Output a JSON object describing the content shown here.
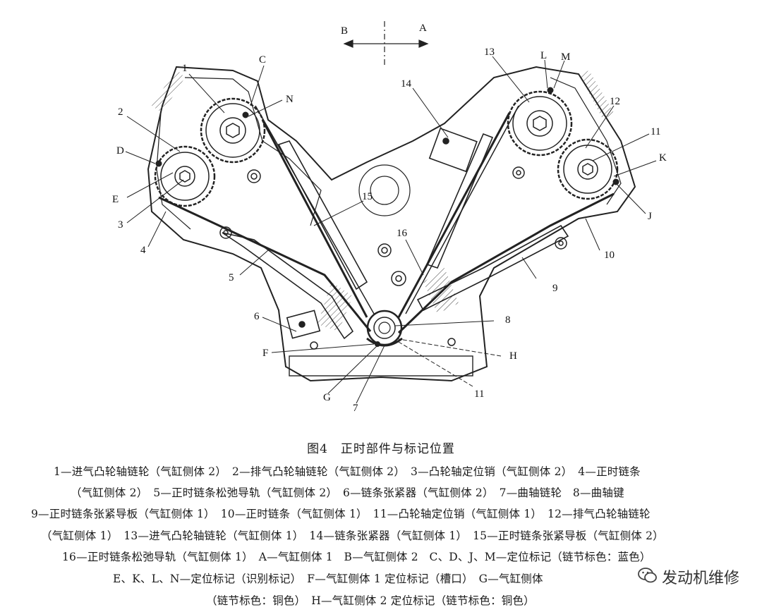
{
  "diagram": {
    "direction_left": "B",
    "direction_right": "A",
    "callouts": {
      "c1": "1",
      "c2": "2",
      "c3": "3",
      "c4": "4",
      "c5": "5",
      "c6": "6",
      "c7": "7",
      "c8": "8",
      "c9": "9",
      "c10": "10",
      "c11a": "11",
      "c11b": "11",
      "c12": "12",
      "c13": "13",
      "c14": "14",
      "c15": "15",
      "c16": "16",
      "cC": "C",
      "cD": "D",
      "cE": "E",
      "cF": "F",
      "cG": "G",
      "cH": "H",
      "cJ": "J",
      "cK": "K",
      "cL": "L",
      "cM": "M",
      "cN": "N"
    }
  },
  "caption": {
    "title": "图4　正时部件与标记位置",
    "lines": [
      "1—进气凸轮轴链轮（气缸侧体 2）　2—排气凸轮轴链轮（气缸侧体 2）　3—凸轮轴定位销（气缸侧体 2）　4—正时链条",
      "（气缸侧体 2）　5—正时链条松弛导轨（气缸侧体 2）　6—链条张紧器（气缸侧体 2）　7—曲轴链轮　8—曲轴键",
      "9—正时链条张紧导板（气缸侧体 1）　10—正时链条（气缸侧体 1）　11—凸轮轴定位销（气缸侧体 1）　12—排气凸轮轴链轮",
      "（气缸侧体 1）　13—进气凸轮轴链轮（气缸侧体 1）　14—链条张紧器（气缸侧体 1）　15—正时链条张紧导板（气缸侧体 2）",
      "16—正时链条松弛导轨（气缸侧体 1）　A—气缸侧体 1　B—气缸侧体 2　C、D、J、M—定位标记（链节标色：蓝色）",
      "E、K、L、N—定位标记（识别标记）　F—气缸侧体 1 定位标记（槽口）　G—气缸侧体",
      "（链节标色：铜色）　H—气缸侧体 2 定位标记（链节标色：铜色）"
    ]
  },
  "watermark": {
    "text": "发动机维修"
  }
}
